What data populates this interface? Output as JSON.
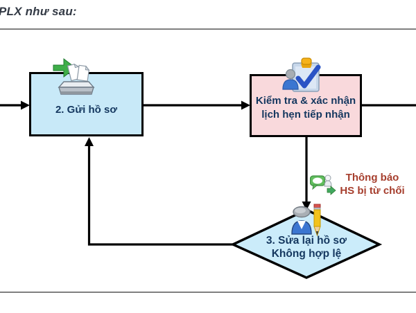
{
  "header": {
    "title": "PLX như sau:"
  },
  "nodes": {
    "send": {
      "label": "2. Gửi hồ sơ"
    },
    "verify": {
      "line1": "Kiểm tra & xác nhận",
      "line2": "lịch hẹn tiếp nhận"
    },
    "fix": {
      "line1": "3. Sửa lại hồ sơ",
      "line2": "Không hợp lệ"
    }
  },
  "annotation": {
    "line1": "Thông báo",
    "line2": "HS bị từ chối"
  },
  "icons": {
    "send": "send-documents-icon",
    "verify": "clipboard-check-icon",
    "fix": "person-edit-pencil-icon",
    "reject": "message-notification-icon"
  },
  "colors": {
    "node_blue": "#c8e9f8",
    "node_pink": "#f9d9dc",
    "diamond_blue": "#cbecfa",
    "border_black": "#000000",
    "navy_text": "#14375f",
    "red_text": "#a63e2d",
    "divider_gray": "#7f7f7f",
    "green_accent": "#3fae49"
  }
}
